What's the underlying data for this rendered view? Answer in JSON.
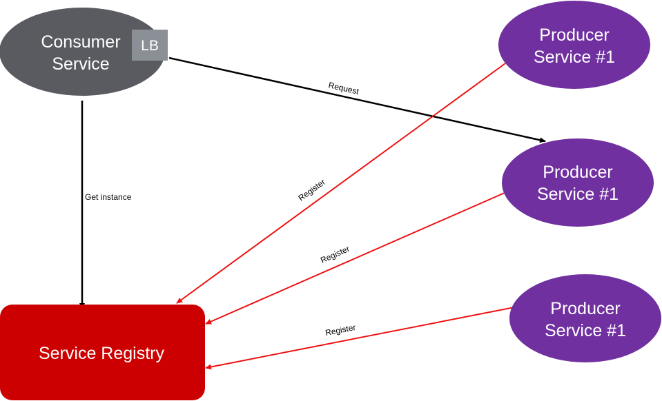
{
  "nodes": {
    "consumer": {
      "line1": "Consumer",
      "line2": "Service",
      "color": "#595b60"
    },
    "lb": {
      "label": "LB",
      "color": "#8b9097"
    },
    "producer_1": {
      "line1": "Producer",
      "line2": "Service #1",
      "color": "#7030a0"
    },
    "producer_2": {
      "line1": "Producer",
      "line2": "Service #1",
      "color": "#7030a0"
    },
    "producer_3": {
      "line1": "Producer",
      "line2": "Service #1",
      "color": "#7030a0"
    },
    "registry": {
      "label": "Service Registry",
      "color": "#cc0000"
    }
  },
  "edges": {
    "request": {
      "label": "Request",
      "color": "#000000"
    },
    "get_instance": {
      "label": "Get instance",
      "color": "#000000"
    },
    "register_1": {
      "label": "Register",
      "color": "#ee1111"
    },
    "register_2": {
      "label": "Register",
      "color": "#ee1111"
    },
    "register_3": {
      "label": "Register",
      "color": "#ee1111"
    }
  }
}
